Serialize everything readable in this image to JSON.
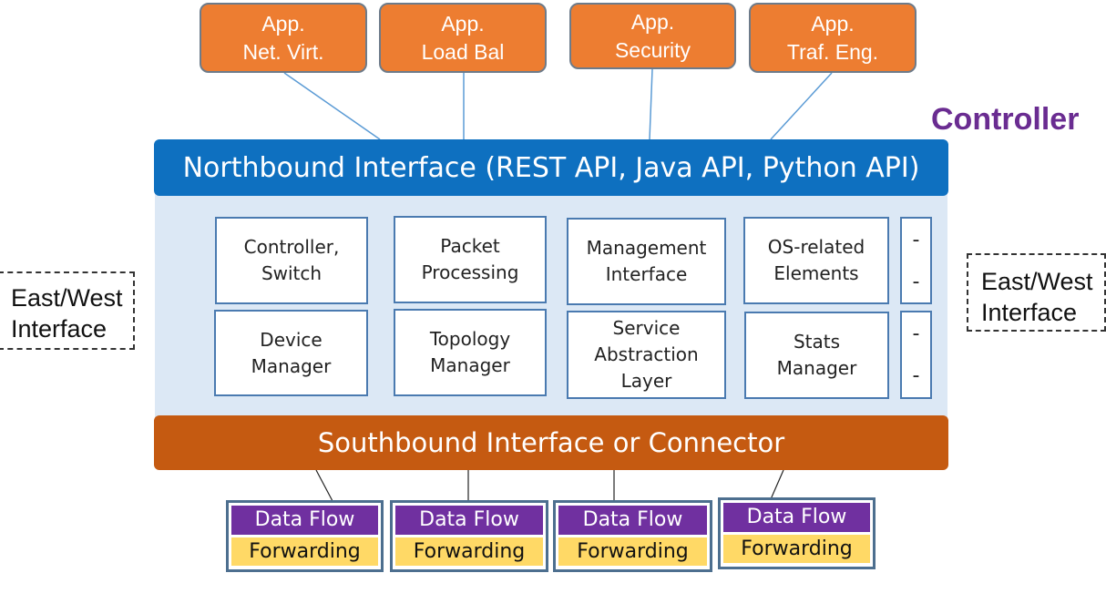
{
  "applications": [
    {
      "line1": "App.",
      "line2": "Net. Virt."
    },
    {
      "line1": "App.",
      "line2": "Load Bal"
    },
    {
      "line1": "App.",
      "line2": "Security"
    },
    {
      "line1": "App.",
      "line2": "Traf. Eng."
    }
  ],
  "controller_label": "Controller",
  "northbound": "Northbound Interface (REST API, Java API, Python API)",
  "southbound": "Southbound Interface or Connector",
  "modules": [
    {
      "line1": "Controller,",
      "line2": "Switch"
    },
    {
      "line1": "Packet",
      "line2": "Processing"
    },
    {
      "line1": "Management",
      "line2": "Interface"
    },
    {
      "line1": "OS-related",
      "line2": "Elements"
    },
    {
      "line1": "Device",
      "line2": "Manager"
    },
    {
      "line1": "Topology",
      "line2": "Manager"
    },
    {
      "line1": "Service",
      "line2": "Abstraction",
      "line3": "Layer"
    },
    {
      "line1": "Stats",
      "line2": "Manager"
    }
  ],
  "extra_marker": "-",
  "east_west_left": {
    "line1": "East/West",
    "line2": "Interface"
  },
  "east_west_right": {
    "line1": "East/West",
    "line2": "Interface"
  },
  "data_nodes": [
    {
      "top": "Data Flow",
      "bottom": "Forwarding"
    },
    {
      "top": "Data Flow",
      "bottom": "Forwarding"
    },
    {
      "top": "Data Flow",
      "bottom": "Forwarding"
    },
    {
      "top": "Data Flow",
      "bottom": "Forwarding"
    }
  ],
  "colors": {
    "app": "#ed7d31",
    "northbound": "#0e70c0",
    "southbound": "#c55a11",
    "controller_text": "#6a2c91",
    "data_flow": "#7030a0",
    "forwarding": "#ffd966",
    "panel": "#dce8f5"
  }
}
